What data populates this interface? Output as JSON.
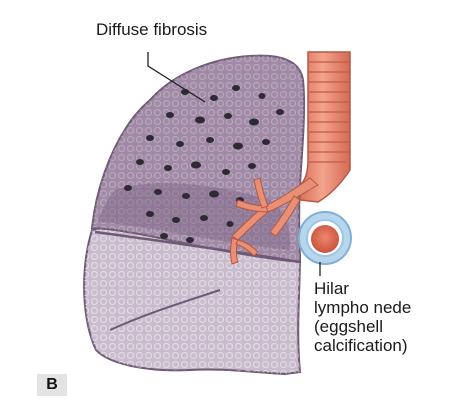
{
  "panel_letter": "B",
  "labels": {
    "diffuse_fibrosis": "Diffuse fibrosis",
    "hilar_node_lines": [
      "Hilar",
      "lympho nede",
      "(eggshell",
      "calcification)"
    ]
  },
  "colors": {
    "lung_fill": "#a08aa6",
    "lung_dark": "#7d6486",
    "lung_light": "#c9bccd",
    "lung_outline": "#6f5a76",
    "trachea": "#e98f76",
    "node_ring": "#9cc6e4",
    "node_core": "#de6a52",
    "nodule": "#2e2a34",
    "leader_line": "#222222"
  }
}
